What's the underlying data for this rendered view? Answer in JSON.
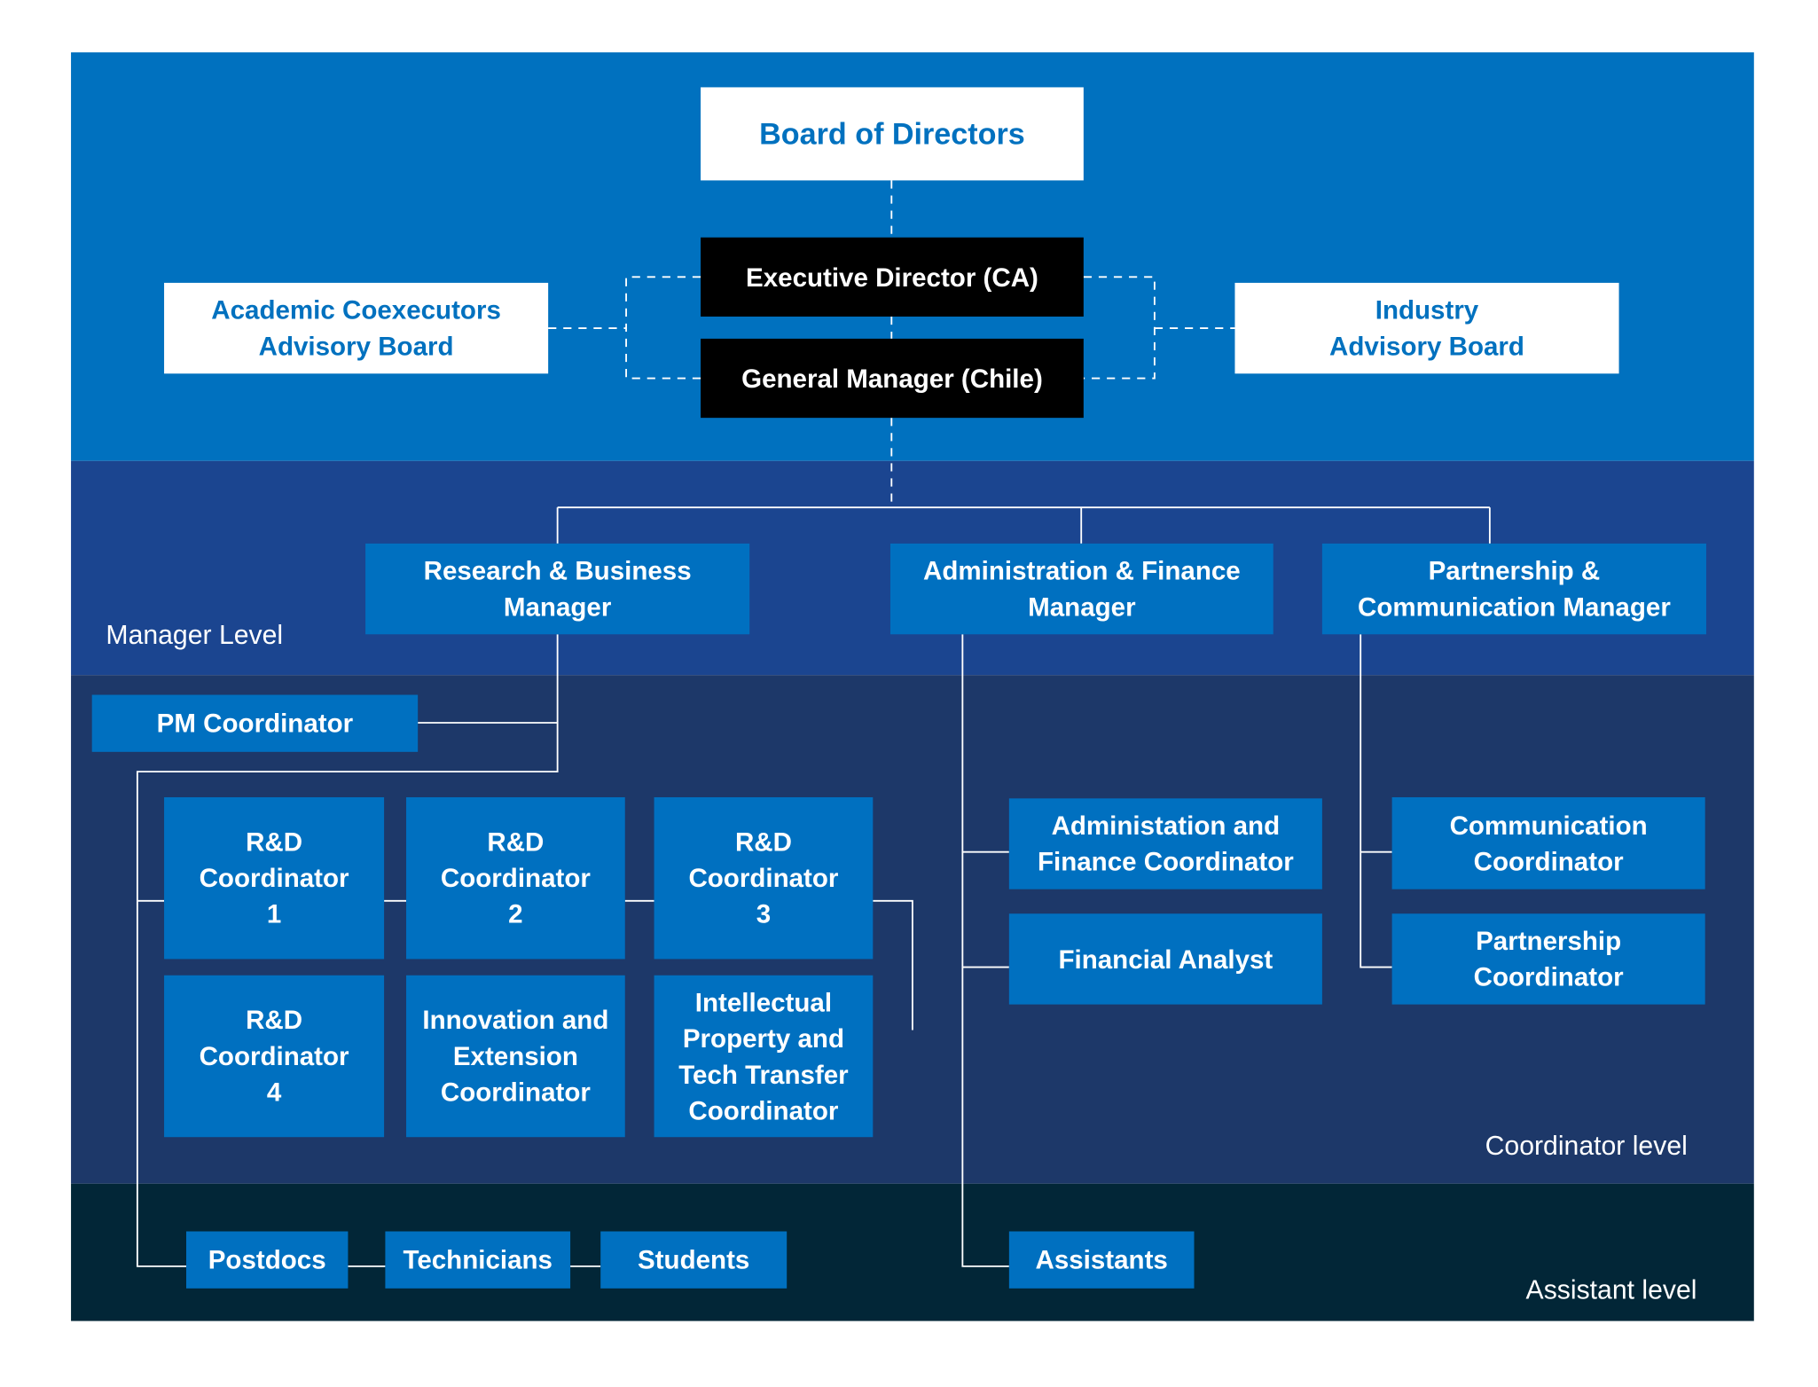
{
  "colors": {
    "top_band": "#0071bf",
    "manager_band": "#1b4590",
    "coordinator_band": "#1d3869",
    "assistant_band": "#022637",
    "box_blue": "#0070c0",
    "connector": "#ffffff"
  },
  "top": {
    "board": "Board of Directors",
    "executive": "Executive Director (CA)",
    "general_manager": "General Manager (Chile)",
    "academic_board": "Academic Coexecutors\nAdvisory Board",
    "industry_board": "Industry\nAdvisory Board"
  },
  "managers": {
    "level_label": "Manager Level",
    "research": "Research & Business\nManager",
    "admin": "Administration & Finance\nManager",
    "partnership": "Partnership &\nCommunication Manager"
  },
  "coordinators": {
    "level_label": "Coordinator level",
    "pm": "PM Coordinator",
    "rd1": "R&D\nCoordinator\n1",
    "rd2": "R&D\nCoordinator\n2",
    "rd3": "R&D\nCoordinator\n3",
    "rd4": "R&D\nCoordinator\n4",
    "innovation": "Innovation and\nExtension\nCoordinator",
    "ip": "Intellectual\nProperty and\nTech Transfer\nCoordinator",
    "admin_coord": "Administation and\nFinance Coordinator",
    "analyst": "Financial Analyst",
    "communication": "Communication\nCoordinator",
    "partnership": "Partnership\nCoordinator"
  },
  "assistants": {
    "level_label": "Assistant level",
    "postdocs": "Postdocs",
    "technicians": "Technicians",
    "students": "Students",
    "assistants": "Assistants"
  }
}
